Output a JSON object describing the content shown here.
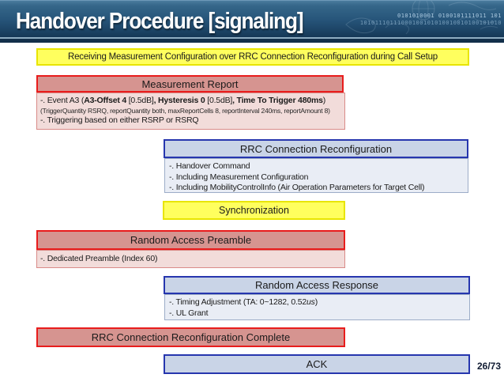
{
  "header": {
    "title": "Handover Procedure [signaling]",
    "binary_line1": "0101010001  0100101111011  101",
    "binary_line2": "10101110111000100101010010010100101010"
  },
  "colors": {
    "header_gradient_top": "#4a7b9d",
    "header_gradient_bottom": "#102942",
    "red_border": "#e81c1c",
    "red_header_fill": "#d69490",
    "red_body_fill": "#f2dcda",
    "blue_border": "#2636ae",
    "blue_header_fill": "#c9d4e7",
    "blue_body_fill": "#e9edf5",
    "yellow_fill": "#ffff5e",
    "yellow_border": "#e8e500",
    "text": "#1b1b1b"
  },
  "boxes": {
    "callout": {
      "label": "Receiving Measurement Configuration over RRC Connection Reconfiguration during Call Setup"
    },
    "measurement_report": {
      "title": "Measurement Report",
      "line1": {
        "s0": "-. Event A3 (",
        "s1": "A3-Offset 4",
        "s2": " [0.5dB]",
        "s3": ", Hysteresis 0",
        "s4": " [0.5dB]",
        "s5": ", Time To Trigger 480ms",
        "s6": ")"
      },
      "line2": "(TriggerQuantity RSRQ, reportQuantity both, maxReportCells 8, reportInterval 240ms, reportAmount 8)",
      "line3": "-. Triggering based on either RSRP or RSRQ"
    },
    "rrc_reconfig": {
      "title": "RRC Connection Reconfiguration",
      "lines": [
        "-. Handover Command",
        "-. Including Measurement Configuration",
        "-. Including MobilityControlInfo (Air Operation Parameters for Target Cell)"
      ]
    },
    "synchronization": {
      "title": "Synchronization"
    },
    "random_access_preamble": {
      "title": "Random Access Preamble",
      "line1": "-. Dedicated Preamble (Index 60)"
    },
    "random_access_response": {
      "title": "Random Access Response",
      "line1": {
        "s0": "-. Timing Adjustment (TA: 0~1282, 0.52",
        "s1": "us",
        "s2": ")"
      },
      "line2": "-. UL Grant"
    },
    "rrc_reconfig_complete": {
      "title": "RRC Connection Reconfiguration Complete"
    },
    "ack": {
      "title": "ACK"
    }
  },
  "footer": {
    "page_indicator": "26/73"
  }
}
